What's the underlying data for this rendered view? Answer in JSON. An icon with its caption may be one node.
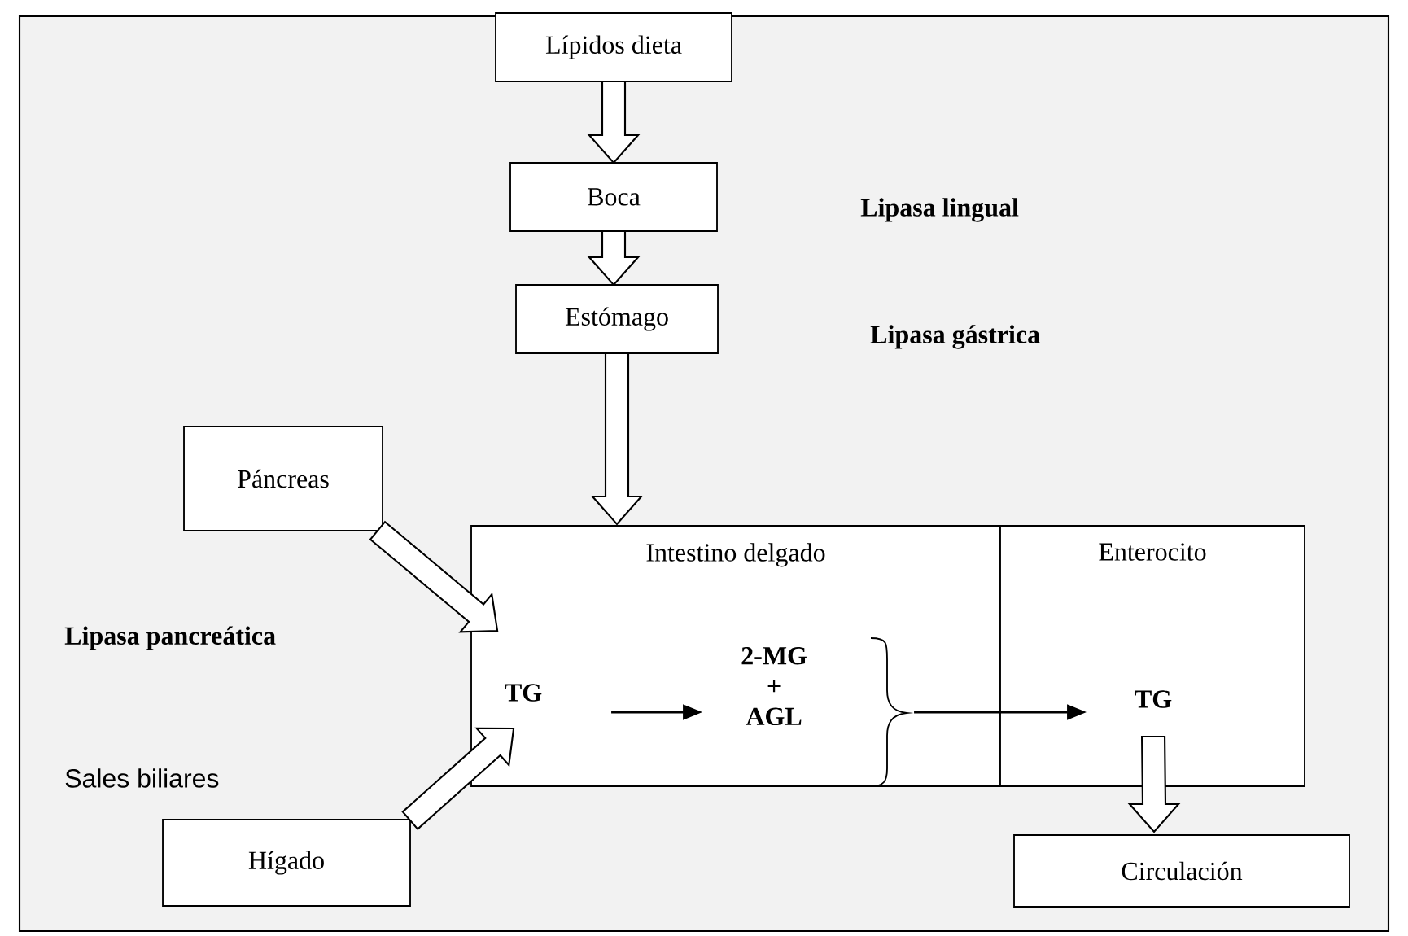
{
  "diagram": {
    "nodes": [
      {
        "text": [
          "Lípidos dieta"
        ]
      },
      {
        "text": [
          "Boca"
        ]
      },
      {
        "text": [
          "Estómago"
        ]
      },
      {
        "text": [
          "Páncreas"
        ]
      },
      {
        "text": [
          "Intestino delgado"
        ]
      },
      {
        "text": [
          "Enterocito"
        ]
      },
      {
        "text": [
          "Hígado"
        ]
      },
      {
        "text": [
          "Circulación"
        ]
      },
      {
        "text": [
          "TG"
        ],
        "in": 4
      },
      {
        "text": [
          "2-MG + AGL"
        ],
        "in": 4
      },
      {
        "text": [
          "TG"
        ],
        "in": 5
      }
    ],
    "edges": [
      {
        "from": 0,
        "to": 1,
        "arrow": "to",
        "style": "thick"
      },
      {
        "from": 1,
        "to": 2,
        "arrow": "to",
        "style": "thick"
      },
      {
        "from": 2,
        "to": 4,
        "arrow": "to",
        "style": "thick"
      },
      {
        "from": 3,
        "to": 8,
        "arrow": "to",
        "style": "thick"
      },
      {
        "from": 6,
        "to": 8,
        "arrow": "to",
        "style": "thick"
      },
      {
        "from": 8,
        "to": 9,
        "arrow": "to"
      },
      {
        "from": 9,
        "to": 10,
        "arrow": "to"
      },
      {
        "from": 10,
        "to": 7,
        "arrow": "to",
        "style": "thick"
      }
    ],
    "labels": [
      "Lipasa lingual",
      "Lipasa gástrica",
      "Lipasa pancreática",
      "Sales biliares"
    ]
  }
}
